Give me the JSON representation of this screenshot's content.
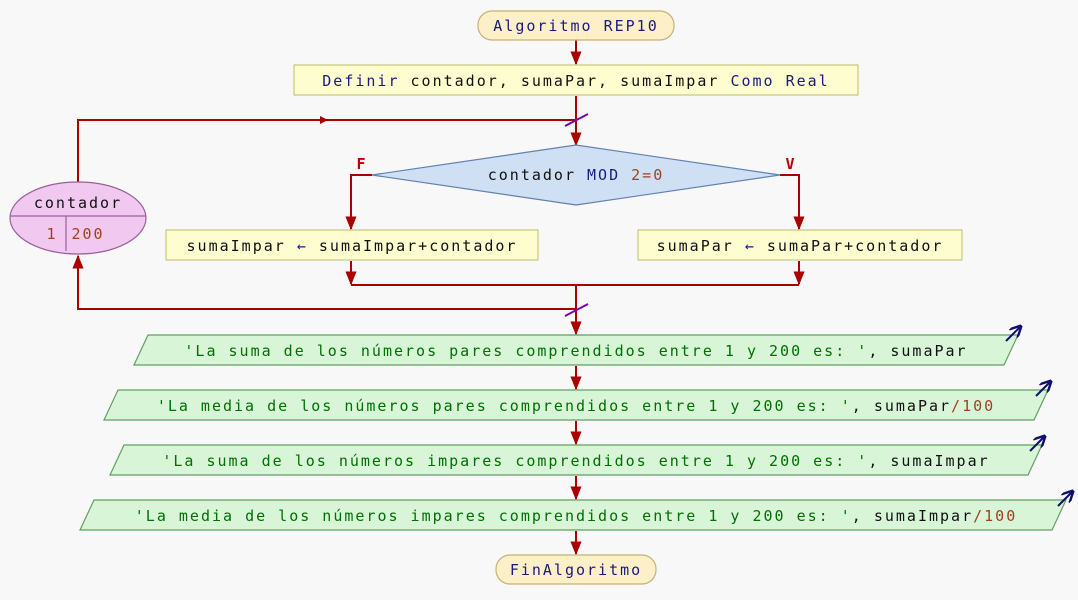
{
  "algorithm": {
    "start_label": "Algoritmo",
    "name": "REP10",
    "end_label": "FinAlgoritmo"
  },
  "definition": {
    "keyword": "Definir",
    "variables": "contador, sumaPar, sumaImpar",
    "type_phrase": "Como Real"
  },
  "loop": {
    "variable": "contador",
    "start": "1",
    "end": "200"
  },
  "condition": {
    "left": "contador",
    "operator": "MOD",
    "right": "2=0",
    "false_label": "F",
    "true_label": "V"
  },
  "assignments": {
    "false_branch": {
      "target": "sumaImpar",
      "arrow": "←",
      "expression": "sumaImpar+contador"
    },
    "true_branch": {
      "target": "sumaPar",
      "arrow": "←",
      "expression": "sumaPar+contador"
    }
  },
  "outputs": [
    {
      "string": "'La suma de los números pares comprendidos entre 1 y 200 es: '",
      "sep": ",",
      "var": "sumaPar",
      "suffix": ""
    },
    {
      "string": "'La media de los números pares comprendidos entre 1 y 200 es: '",
      "sep": ",",
      "var": "sumaPar",
      "suffix": "/100"
    },
    {
      "string": "'La suma de los números impares comprendidos entre 1 y 200 es: '",
      "sep": ",",
      "var": "sumaImpar",
      "suffix": ""
    },
    {
      "string": "'La media de los números impares comprendidos entre 1 y 200 es: '",
      "sep": ",",
      "var": "sumaImpar",
      "suffix": "/100"
    }
  ],
  "colors": {
    "flow_line": "#aa0000",
    "process_fill": "#fdfdd0",
    "process_stroke": "#c8c880",
    "decision_fill": "#cfe0f5",
    "io_fill": "#d8f5d8",
    "loop_fill": "#f0c8f0",
    "terminal_fill": "#fdf0c8"
  }
}
